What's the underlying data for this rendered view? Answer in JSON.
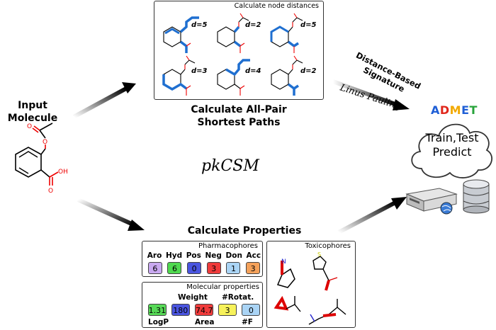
{
  "input": {
    "title_line1": "Input",
    "title_line2": "Molecule",
    "atom_o": "O",
    "atom_oh": "OH"
  },
  "distances": {
    "panel_title": "Calculate node distances",
    "cells": [
      {
        "d": "d=5"
      },
      {
        "d": "d=2"
      },
      {
        "d": "d=5"
      },
      {
        "d": "d=3"
      },
      {
        "d": "d=4"
      },
      {
        "d": "d=2"
      }
    ],
    "caption_line1": "Calculate All-Pair",
    "caption_line2": "Shortest Paths"
  },
  "signature": {
    "line1": "Distance-Based",
    "line2": "Signature",
    "handwriting": "Linus Pauling"
  },
  "admet": {
    "letters": [
      {
        "ch": "A",
        "color": "#1f5fd6"
      },
      {
        "ch": "D",
        "color": "#e0261b"
      },
      {
        "ch": "M",
        "color": "#f2a900"
      },
      {
        "ch": "E",
        "color": "#1f5fd6"
      },
      {
        "ch": "T",
        "color": "#27a33a"
      }
    ],
    "cloud_line1": "Train,Test",
    "cloud_line2": "Predict"
  },
  "brand": "pkCSM",
  "properties": {
    "title": "Calculate Properties",
    "pharmacophores": {
      "title": "Pharmacophores",
      "items": [
        {
          "label": "Aro",
          "value": "6",
          "color": "#c9a9f0"
        },
        {
          "label": "Hyd",
          "value": "6",
          "color": "#4fd94f"
        },
        {
          "label": "Pos",
          "value": "0",
          "color": "#4a55e0"
        },
        {
          "label": "Neg",
          "value": "3",
          "color": "#ef3b3b"
        },
        {
          "label": "Don",
          "value": "1",
          "color": "#aad4f5"
        },
        {
          "label": "Acc",
          "value": "3",
          "color": "#f4a15a"
        }
      ]
    },
    "molecular": {
      "title": "Molecular properties",
      "top_labels": [
        "Weight",
        "#Rotat."
      ],
      "values": [
        {
          "value": "1.31",
          "color": "#57d957"
        },
        {
          "value": "180",
          "color": "#4a55e0"
        },
        {
          "value": "74.7",
          "color": "#ef3b3b"
        },
        {
          "value": "3",
          "color": "#f7f25a"
        },
        {
          "value": "0",
          "color": "#aad4f5"
        }
      ],
      "bottom_labels": [
        "LogP",
        "Area",
        "#F"
      ]
    },
    "toxicophores": {
      "title": "Toxicophores",
      "atom_n": "N",
      "atom_s": "S"
    }
  }
}
